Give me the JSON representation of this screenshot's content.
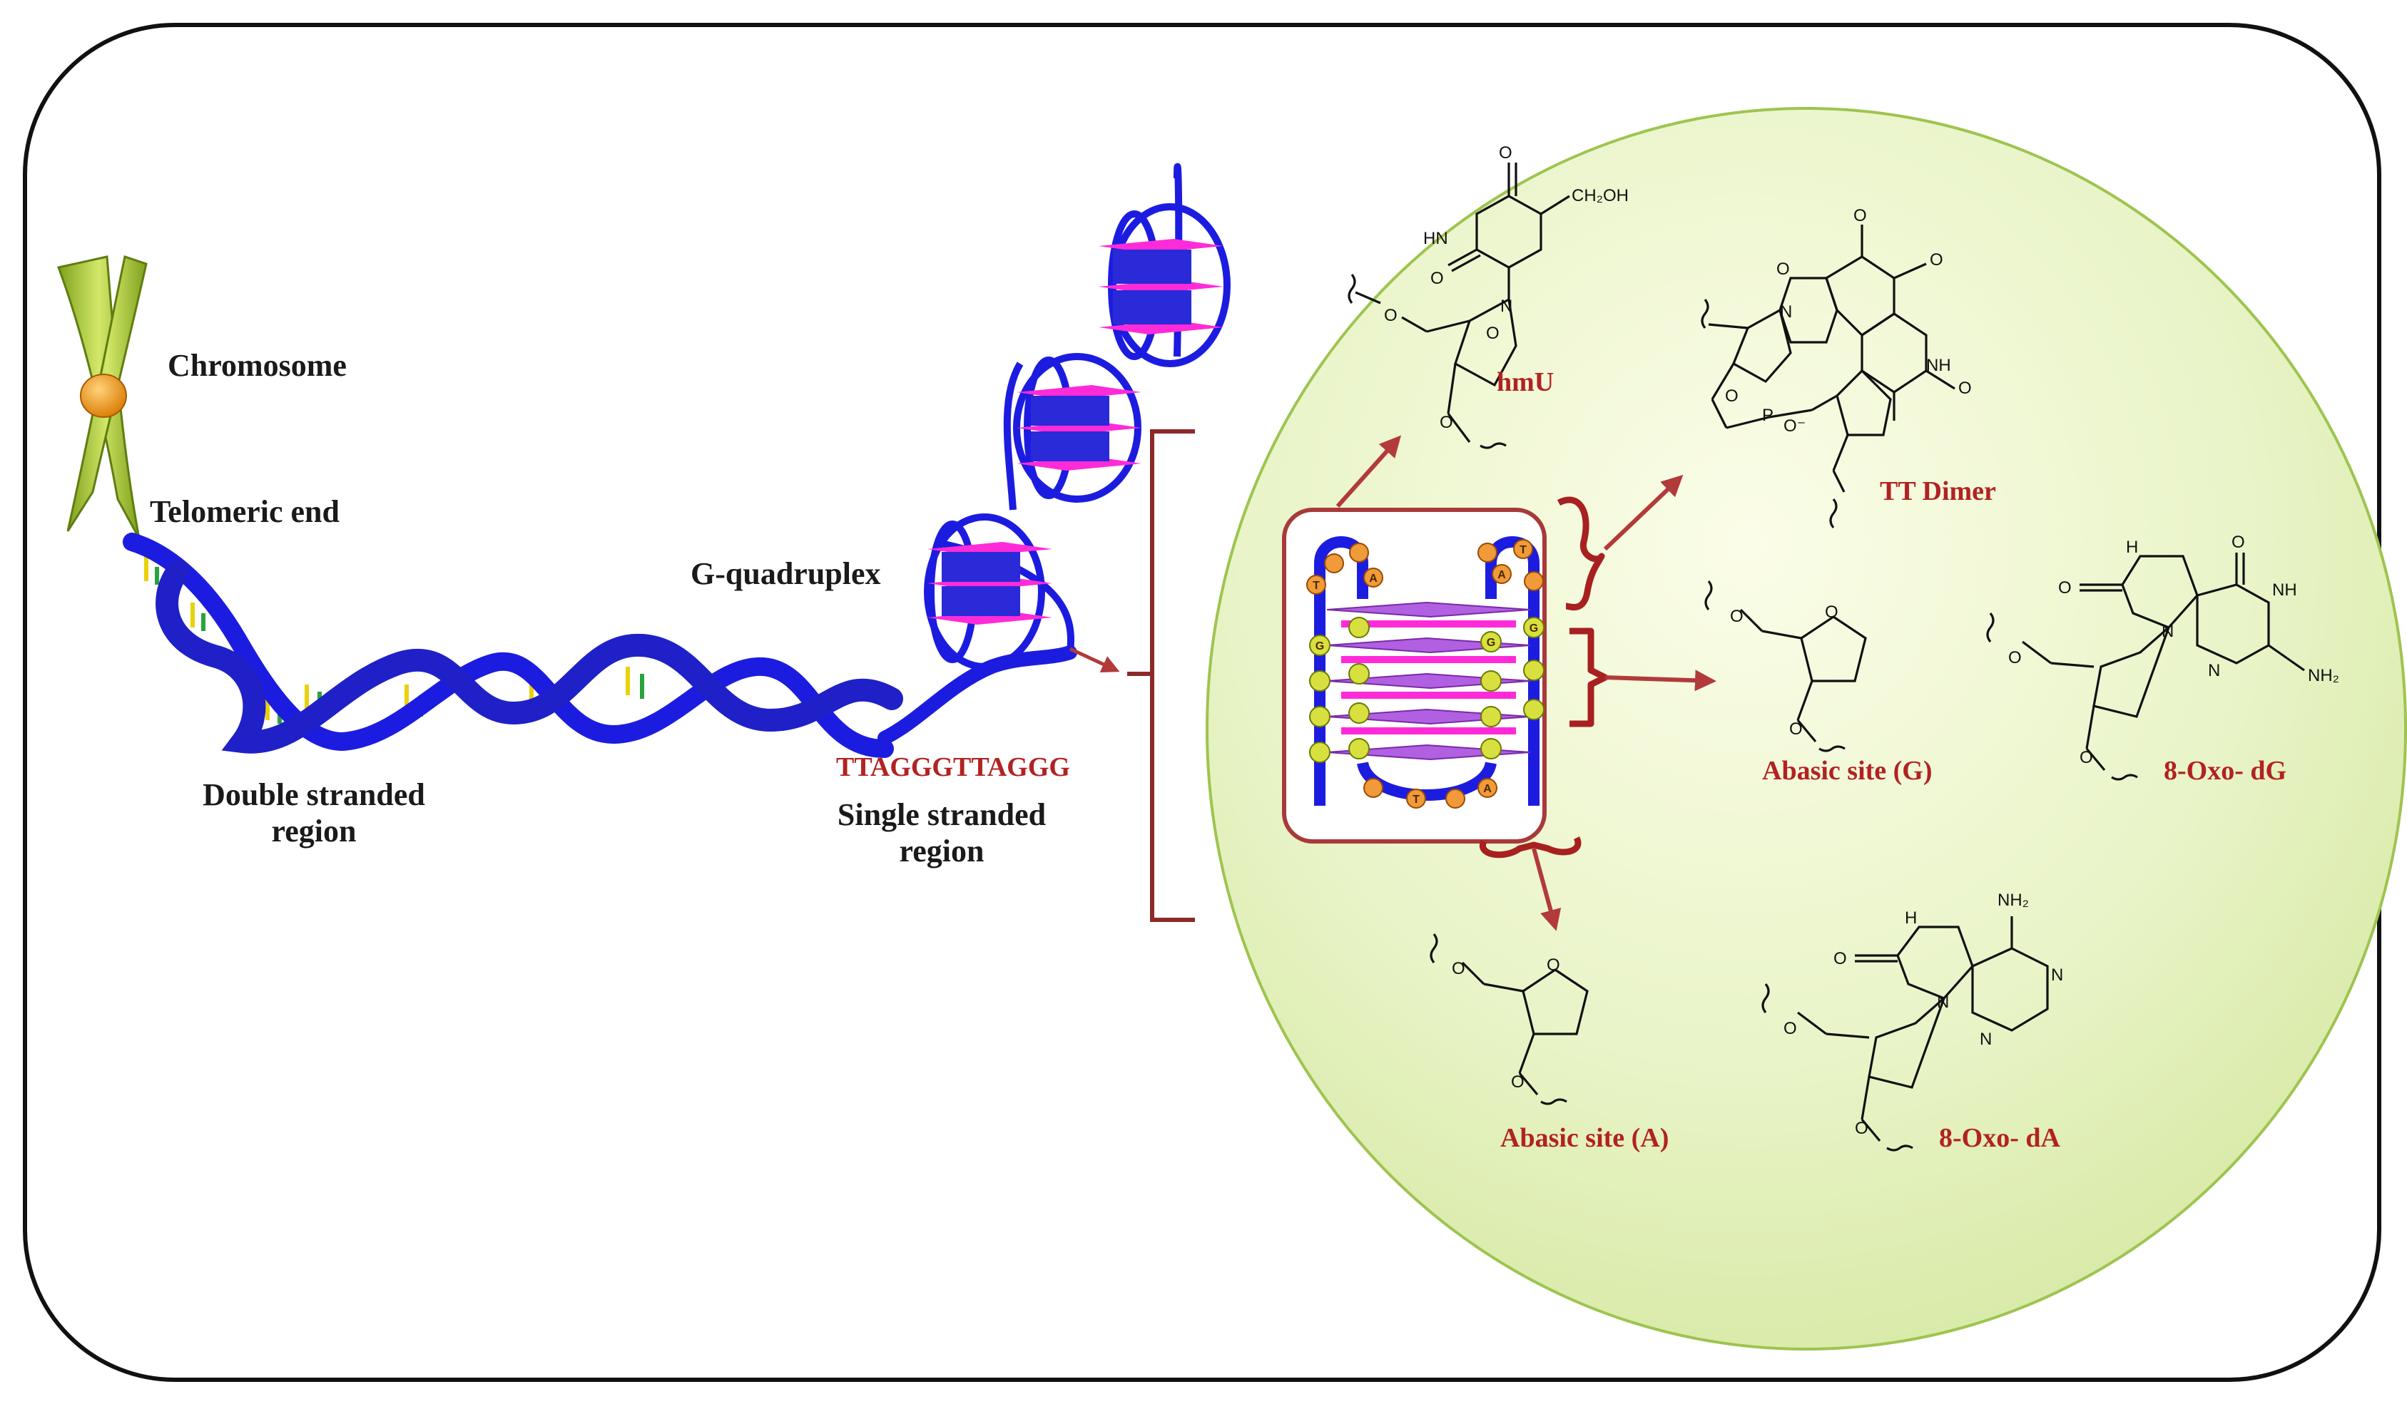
{
  "labels": {
    "chromosome": "Chromosome",
    "telomeric_end": "Telomeric end",
    "g_quadruplex": "G-quadruplex",
    "double_stranded": "Double stranded region",
    "sequence": "TTAGGGTTAGGG",
    "single_stranded": "Single stranded region"
  },
  "lesions": {
    "hmu": "hmU",
    "tt_dimer": "TT Dimer",
    "abasic_g": "Abasic site (G)",
    "oxo_dg": "8-Oxo- dG",
    "abasic_a": "Abasic site (A)",
    "oxo_da": "8-Oxo- dA"
  },
  "atoms": {
    "o": "O",
    "oh_group": "CH₂OH",
    "nh": "NH",
    "hn": "HN",
    "n": "N",
    "nh2": "NH₂",
    "p": "P",
    "o_minus": "O⁻",
    "h": "H"
  },
  "bases": {
    "g": "G",
    "t": "T",
    "a": "A"
  },
  "colors": {
    "dna_blue": "#1c1ce0",
    "quartet_magenta": "#ff2ad8",
    "lesion_red": "#b22222",
    "circle_green": "#e8f3c4",
    "arrow_red": "#b23a3a"
  }
}
